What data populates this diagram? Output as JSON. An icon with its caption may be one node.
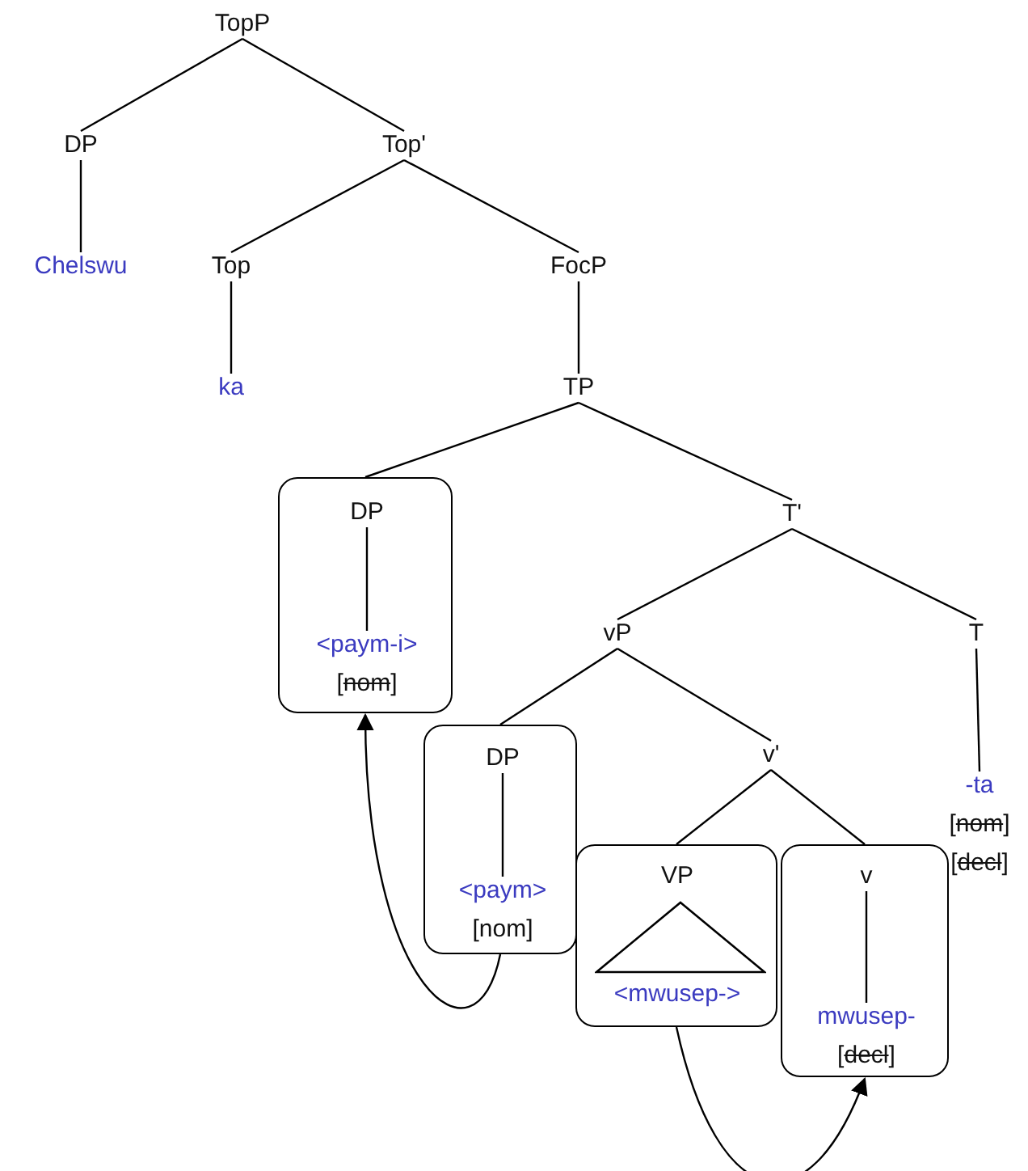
{
  "diagram": {
    "nodes": [
      {
        "text": [
          "TopP"
        ]
      },
      {
        "text": [
          "DP"
        ]
      },
      {
        "text": [
          "Top'"
        ]
      },
      {
        "text": [
          "Chelswu"
        ]
      },
      {
        "text": [
          "Top"
        ]
      },
      {
        "text": [
          "ka"
        ]
      },
      {
        "text": [
          "FocP"
        ]
      },
      {
        "text": [
          "TP"
        ]
      },
      {
        "text": [],
        "shape": "box"
      },
      {
        "text": [
          "DP"
        ],
        "in": 8
      },
      {
        "text": [
          "<paym-i>",
          "[nom]"
        ],
        "in": 8
      },
      {
        "text": [
          "T'"
        ]
      },
      {
        "text": [
          "vP"
        ]
      },
      {
        "text": [
          "T"
        ]
      },
      {
        "text": [
          "-ta",
          "[nom]",
          "[decl]"
        ]
      },
      {
        "text": [],
        "shape": "box"
      },
      {
        "text": [
          "DP"
        ],
        "in": 15
      },
      {
        "text": [
          "<paym>",
          "[nom]"
        ],
        "in": 15
      },
      {
        "text": [
          "v'"
        ]
      },
      {
        "text": [],
        "shape": "box"
      },
      {
        "text": [
          "VP"
        ],
        "in": 19
      },
      {
        "text": [],
        "shape": "triangle",
        "in": 19
      },
      {
        "text": [
          "<mwusep->"
        ],
        "in": 19
      },
      {
        "text": [],
        "shape": "box"
      },
      {
        "text": [
          "v"
        ],
        "in": 23
      },
      {
        "text": [
          "mwusep-",
          "[decl]"
        ],
        "in": 23
      }
    ],
    "edges": [
      {
        "from": 0,
        "to": 1,
        "arrow": "none"
      },
      {
        "from": 0,
        "to": 2,
        "arrow": "none"
      },
      {
        "from": 1,
        "to": 3,
        "arrow": "none"
      },
      {
        "from": 2,
        "to": 4,
        "arrow": "none"
      },
      {
        "from": 2,
        "to": 6,
        "arrow": "none"
      },
      {
        "from": 4,
        "to": 5,
        "arrow": "none"
      },
      {
        "from": 6,
        "to": 7,
        "arrow": "none"
      },
      {
        "from": 7,
        "to": 8,
        "arrow": "none"
      },
      {
        "from": 7,
        "to": 11,
        "arrow": "none"
      },
      {
        "from": 9,
        "to": 10,
        "arrow": "none"
      },
      {
        "from": 11,
        "to": 12,
        "arrow": "none"
      },
      {
        "from": 11,
        "to": 13,
        "arrow": "none"
      },
      {
        "from": 13,
        "to": 14,
        "arrow": "none"
      },
      {
        "from": 12,
        "to": 15,
        "arrow": "none"
      },
      {
        "from": 12,
        "to": 18,
        "arrow": "none"
      },
      {
        "from": 16,
        "to": 17,
        "arrow": "none"
      },
      {
        "from": 18,
        "to": 19,
        "arrow": "none"
      },
      {
        "from": 18,
        "to": 23,
        "arrow": "none"
      },
      {
        "from": 24,
        "to": 25,
        "arrow": "none"
      },
      {
        "from": 15,
        "to": 8,
        "arrow": "to"
      },
      {
        "from": 19,
        "to": 23,
        "arrow": "to"
      }
    ]
  }
}
